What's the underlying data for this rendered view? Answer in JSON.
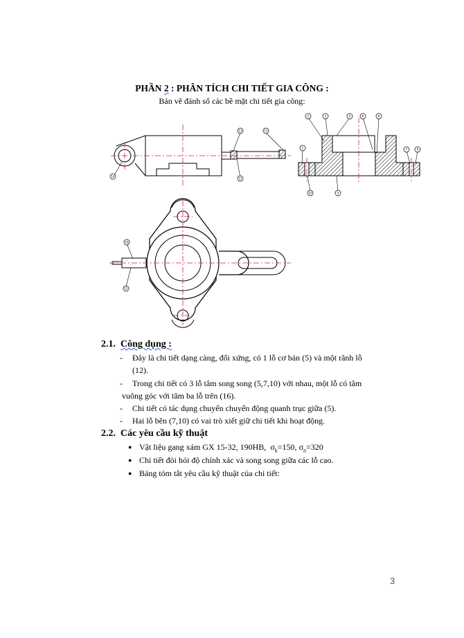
{
  "heading": {
    "prefix": "PHẦN ",
    "number": "2",
    "suffix": " : PHÂN TÍCH CHI TIẾT GIA CÔNG :"
  },
  "subtitle": "Bản vẽ đánh số các bề mặt chi tiết gia công:",
  "drawing_labels": {
    "view1": [
      "13",
      "11",
      "12",
      "14"
    ],
    "view2": [
      "2",
      "3",
      "4",
      "6",
      "8",
      "1",
      "7",
      "9",
      "10",
      "5"
    ],
    "view3": [
      "16",
      "15"
    ]
  },
  "section1": {
    "number": "2.1.",
    "title": "Công dụng :",
    "items": [
      "Đây là chi tiết dạng càng, đối xứng, có 1 lỗ cơ bản (5) và một rãnh lỗ",
      "(12).",
      "Trong chi tiết có 3 lỗ tâm song song (5,7,10) với nhau, một lỗ có tâm",
      "vuông góc với tâm ba lỗ trên (16).",
      "Chi tiết có tác dụng chuyển chuyển động quanh trục giữa (5).",
      "Hai lỗ bên (7,10) có vai trò xiết giữ chi tiết khi hoạt động."
    ]
  },
  "section2": {
    "number": "2.2.",
    "title": "Các yêu cầu kỹ thuật",
    "bullets": {
      "b1_text": "Vật liệu gang xám GX 15-32, 190HB,",
      "b1_sk_symbol": "σ",
      "b1_sk_sub": "k",
      "b1_sk_value": "=150, ",
      "b1_sn_symbol": "σ",
      "b1_sn_sub": "n",
      "b1_sn_value": "=320",
      "b2": "Chi tiết đòi hỏi độ chính xác và song song giữa các lỗ cao.",
      "b3": "Bảng tóm tắt yêu cầu kỹ thuật của chi tiết:"
    }
  },
  "page_number": "3"
}
